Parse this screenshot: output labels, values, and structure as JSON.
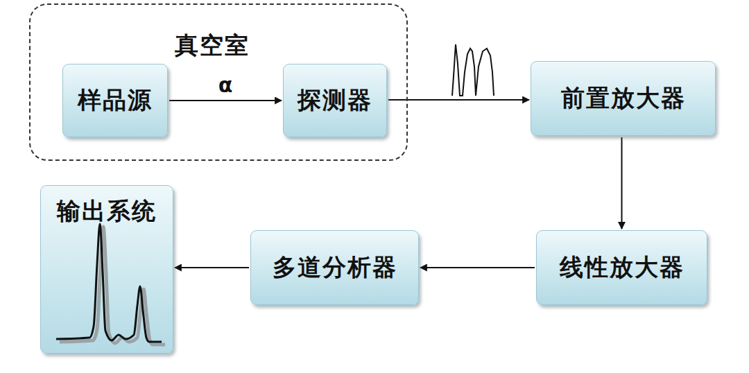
{
  "diagram": {
    "nodes": [
      {
        "text": [
          "真空室"
        ]
      },
      {
        "text": [
          "样品源"
        ],
        "in": 0
      },
      {
        "text": [
          "探测器"
        ],
        "in": 0
      },
      {
        "text": [
          "前置放大器"
        ]
      },
      {
        "text": [
          "线性放大器"
        ]
      },
      {
        "text": [
          "多道分析器"
        ]
      },
      {
        "text": [
          "输出系统"
        ]
      }
    ],
    "edges": [
      {
        "from": 1,
        "to": 2,
        "label": "α",
        "arrow": "to"
      },
      {
        "from": 2,
        "to": 3,
        "arrow": "to"
      },
      {
        "from": 3,
        "to": 4,
        "arrow": "to"
      },
      {
        "from": 4,
        "to": 5,
        "arrow": "to"
      },
      {
        "from": 5,
        "to": 6,
        "arrow": "to"
      }
    ]
  }
}
